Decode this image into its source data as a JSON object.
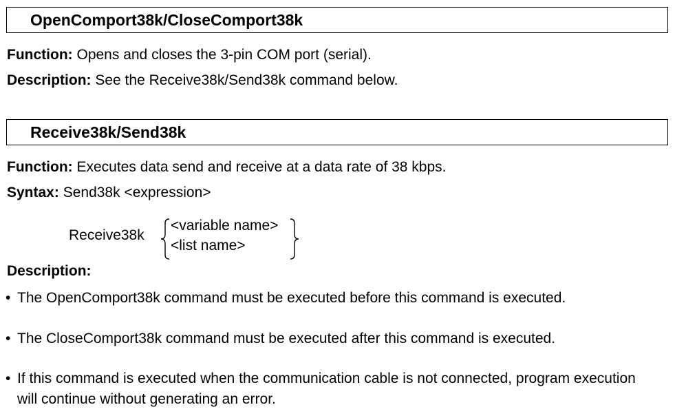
{
  "section1": {
    "title": "OpenComport38k/CloseComport38k",
    "function_label": "Function:",
    "function_text": "Opens and closes the 3-pin COM port (serial).",
    "description_label": "Description:",
    "description_text": "See the Receive38k/Send38k command below."
  },
  "section2": {
    "title": "Receive38k/Send38k",
    "function_label": "Function:",
    "function_text": "Executes data send and receive at a data rate of 38 kbps.",
    "syntax_label": "Syntax:",
    "syntax_send": "Send38k <expression>",
    "syntax_receive_cmd": "Receive38k",
    "syntax_receive_options": [
      "<variable name>",
      "<list name>"
    ],
    "description_label": "Description:",
    "bullet_glyph": "•",
    "bullets": [
      "The OpenComport38k command must be executed before this command is executed.",
      "The CloseComport38k command must be executed after this command is executed.",
      "If this command is executed when the communication cable is not connected, program execution will continue without generating an error."
    ]
  }
}
